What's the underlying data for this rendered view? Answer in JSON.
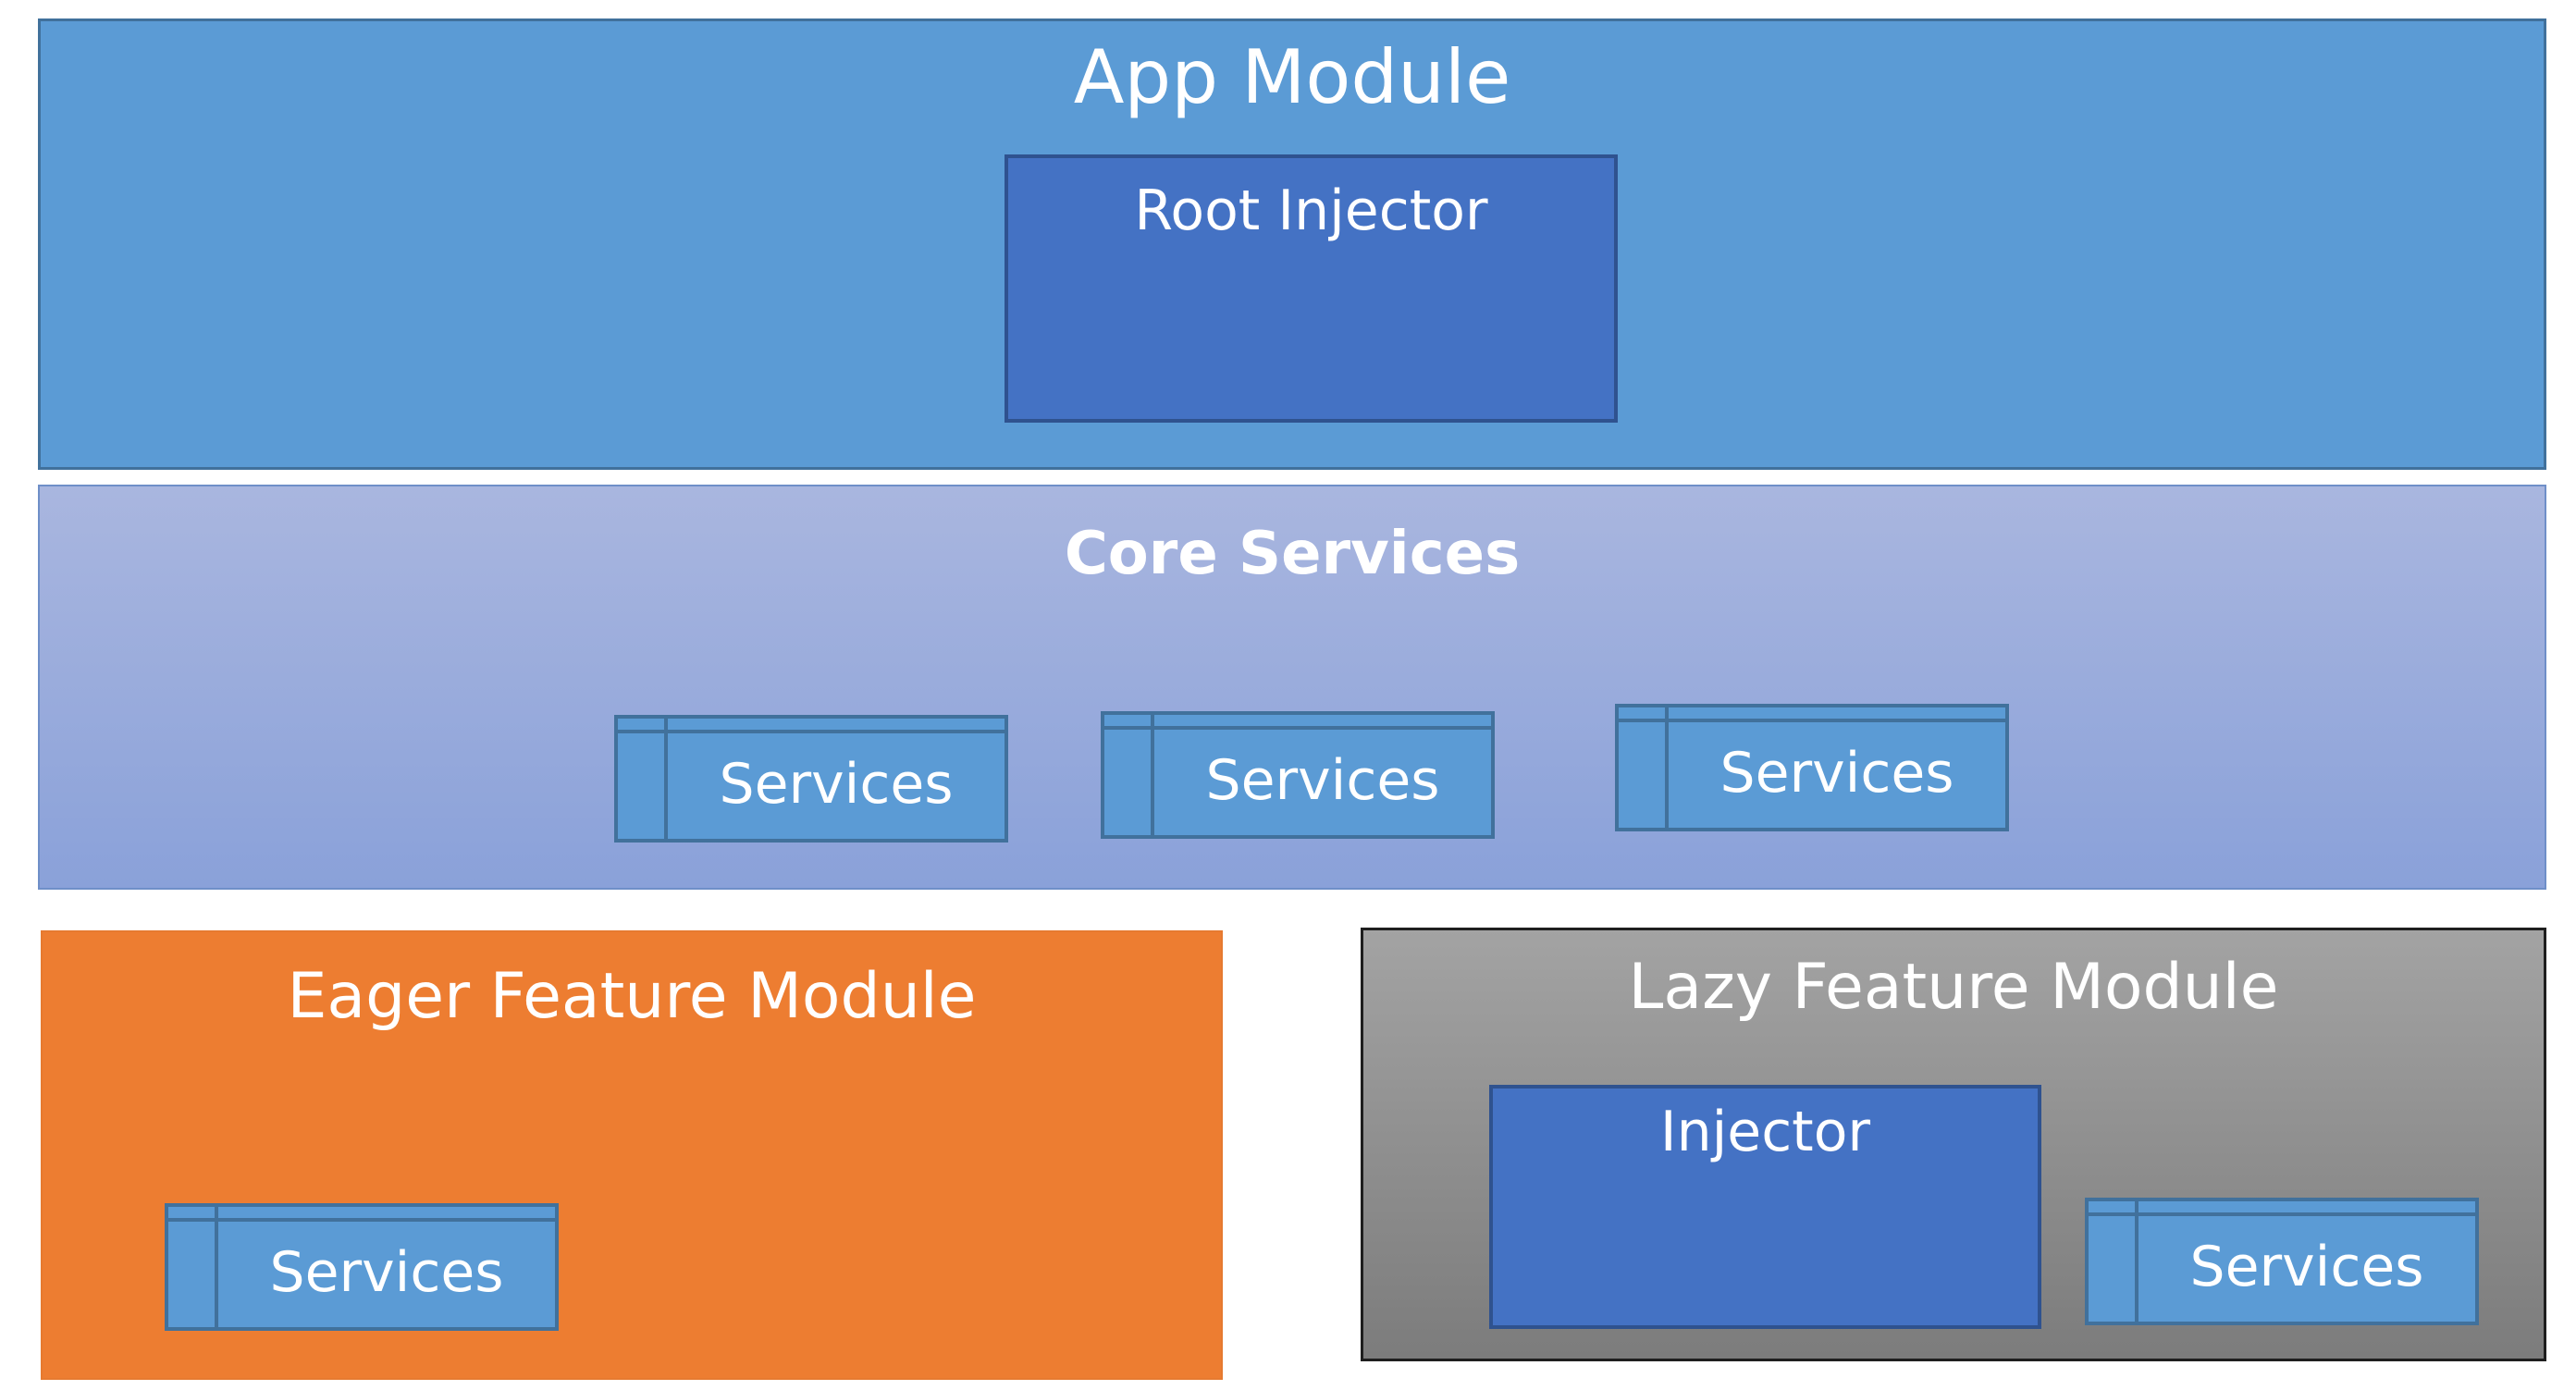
{
  "app_module": {
    "title": "App Module",
    "root_injector": {
      "label": "Root Injector"
    }
  },
  "core_services": {
    "title": "Core Services",
    "services": [
      {
        "label": "Services"
      },
      {
        "label": "Services"
      },
      {
        "label": "Services"
      }
    ]
  },
  "eager_module": {
    "title": "Eager Feature Module",
    "service": {
      "label": "Services"
    }
  },
  "lazy_module": {
    "title": "Lazy Feature Module",
    "injector": {
      "label": "Injector"
    },
    "service": {
      "label": "Services"
    }
  },
  "colors": {
    "app_module": "#5b9bd5",
    "injector": "#4472c4",
    "core_services": "#9aaedc",
    "eager_module": "#ed7d31",
    "lazy_module": "#8f8f8f",
    "service": "#5b9bd5"
  }
}
